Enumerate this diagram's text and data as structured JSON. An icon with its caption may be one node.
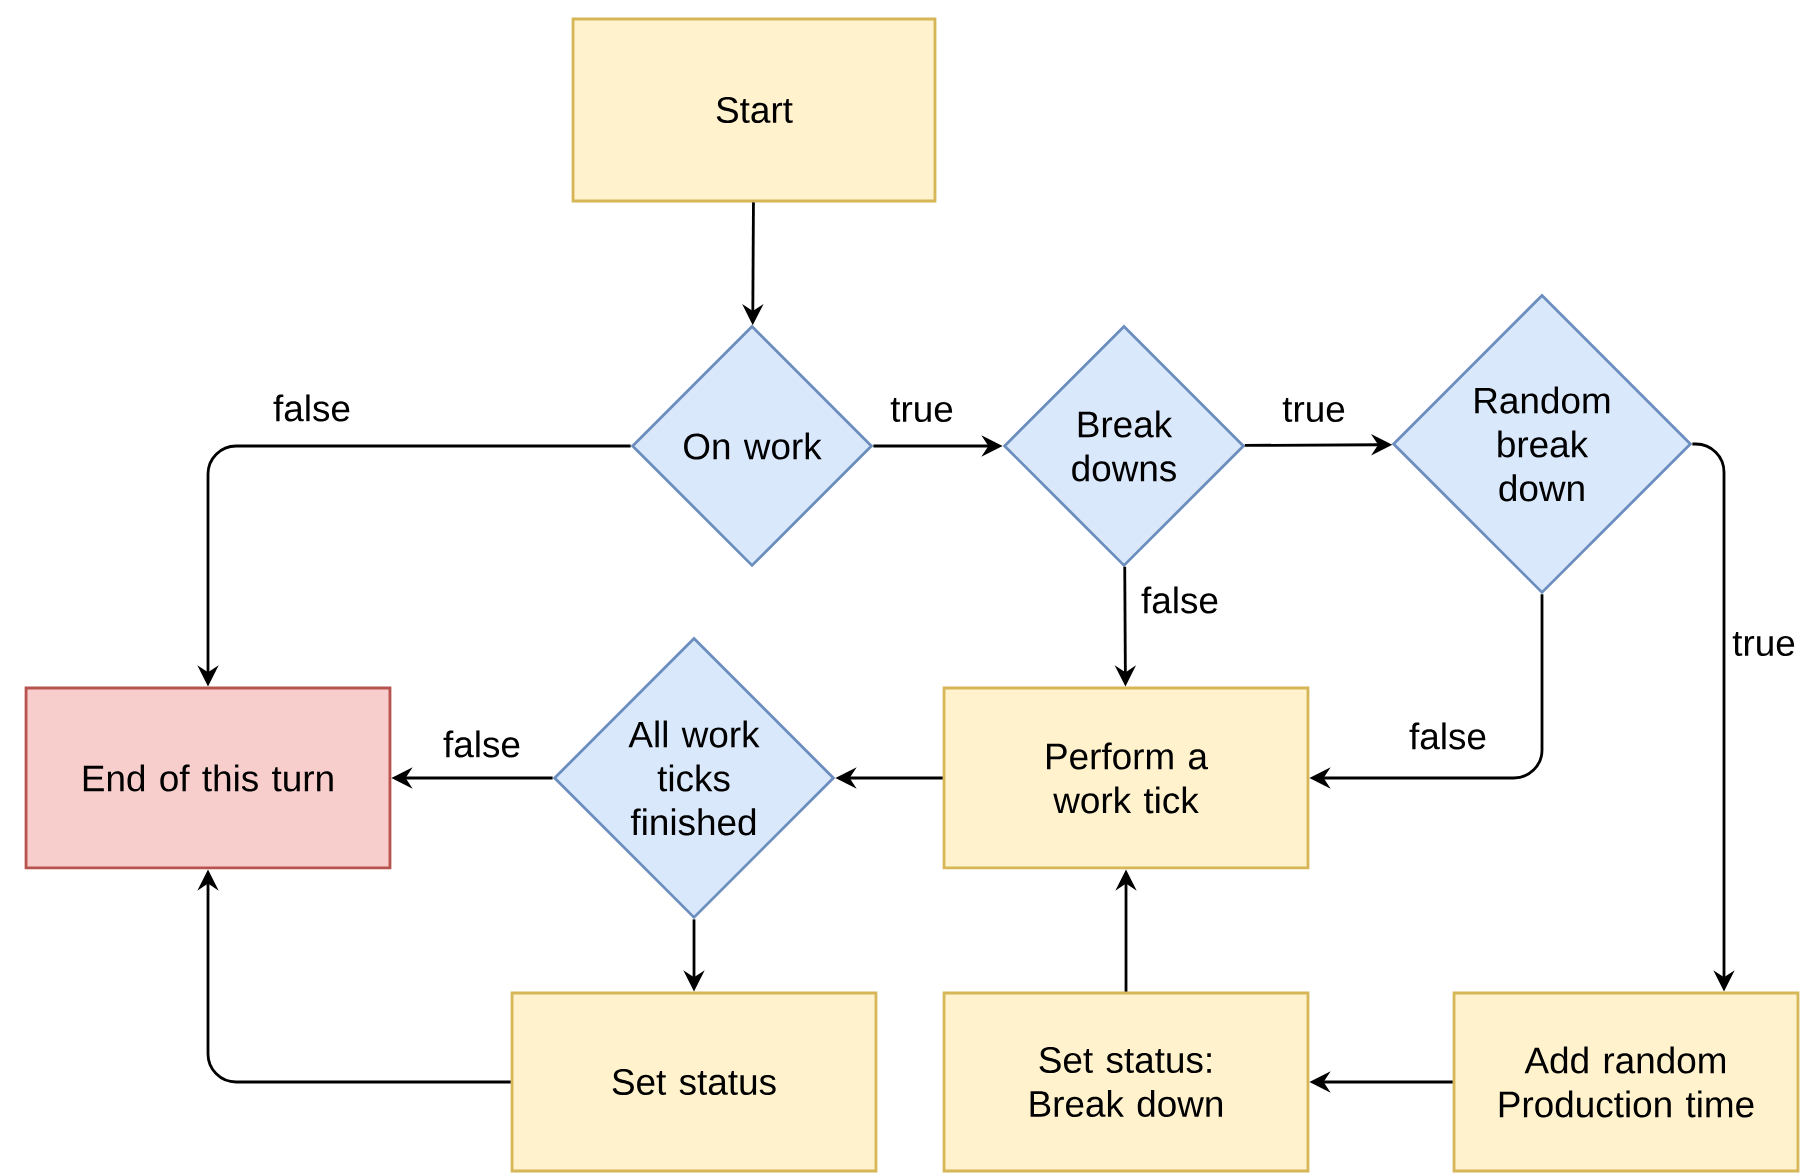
{
  "diagram": {
    "nodes": [
      {
        "text": [
          "Start"
        ]
      },
      {
        "text": [
          "On work"
        ]
      },
      {
        "text": [
          "Break downs"
        ]
      },
      {
        "text": [
          "Random break down"
        ]
      },
      {
        "text": [
          "End of this turn"
        ]
      },
      {
        "text": [
          "All work ticks finished"
        ]
      },
      {
        "text": [
          "Perform a work tick"
        ]
      },
      {
        "text": [
          "Set status"
        ]
      },
      {
        "text": [
          "Set status: Break down"
        ]
      },
      {
        "text": [
          "Add random Production time"
        ]
      }
    ],
    "edges": [
      {
        "from": 0,
        "to": 1,
        "arrow": "to"
      },
      {
        "from": 1,
        "to": 4,
        "arrow": "to",
        "label": "false"
      },
      {
        "from": 1,
        "to": 2,
        "arrow": "to",
        "label": "true"
      },
      {
        "from": 2,
        "to": 3,
        "arrow": "to",
        "label": "true"
      },
      {
        "from": 2,
        "to": 6,
        "arrow": "to",
        "label": "false"
      },
      {
        "from": 3,
        "to": 6,
        "arrow": "to",
        "label": "false"
      },
      {
        "from": 3,
        "to": 9,
        "arrow": "to",
        "label": "true"
      },
      {
        "from": 6,
        "to": 5,
        "arrow": "to"
      },
      {
        "from": 5,
        "to": 4,
        "arrow": "to",
        "label": "false"
      },
      {
        "from": 5,
        "to": 7,
        "arrow": "to"
      },
      {
        "from": 7,
        "to": 4,
        "arrow": "to"
      },
      {
        "from": 8,
        "to": 6,
        "arrow": "to"
      },
      {
        "from": 9,
        "to": 8,
        "arrow": "to"
      }
    ]
  }
}
